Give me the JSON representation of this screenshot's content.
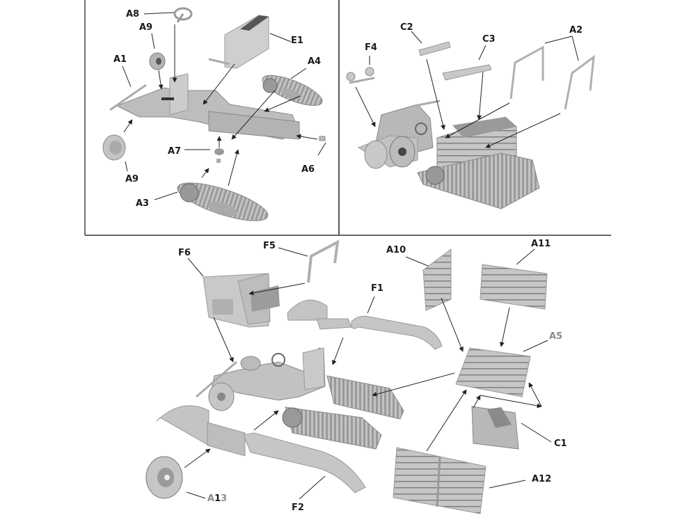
{
  "diagram": {
    "type": "exploded-assembly-instructions",
    "subject": "half-track vehicle model kit",
    "colors": {
      "part_fill": "#c8c8c8",
      "part_shade": "#a6a6a6",
      "part_dark": "#7a7a7a",
      "frame_line": "#333333",
      "label": "#1a1a1a",
      "leader_line": "#222222"
    },
    "panels": [
      {
        "id": "chassis-assembly",
        "position": "top-left",
        "labels": [
          "A8",
          "A9",
          "E1",
          "A1",
          "A4",
          "A7",
          "A6",
          "A9",
          "A3"
        ]
      },
      {
        "id": "completed-view",
        "position": "top-right",
        "labels": [
          "C2",
          "F4",
          "C3",
          "A2"
        ]
      },
      {
        "id": "body-assembly",
        "position": "bottom",
        "labels": [
          "F5",
          "F6",
          "A10",
          "A11",
          "F1",
          "A5",
          "C1",
          "A12",
          "A13",
          "F2"
        ]
      }
    ],
    "labels": {
      "a8": "A8",
      "a9_top": "A9",
      "e1": "E1",
      "a1": "A1",
      "a4": "A4",
      "a7": "A7",
      "a6": "A6",
      "a9_bottom": "A9",
      "a3": "A3",
      "c2": "C2",
      "f4": "F4",
      "c3": "C3",
      "a2": "A2",
      "f5": "F5",
      "f6": "F6",
      "a10": "A10",
      "a11": "A11",
      "f1": "F1",
      "a5": "A5",
      "c1": "C1",
      "a12": "A12",
      "a13_prefix": "A",
      "a13_mid": "1",
      "a13_suffix": "3",
      "f2": "F2"
    }
  }
}
